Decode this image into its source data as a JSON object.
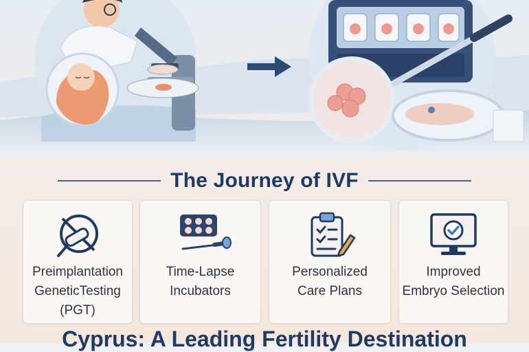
{
  "title": "The Journey of IVF",
  "cards": [
    {
      "icon": "pgt-icon",
      "lines": [
        "Preimplantation",
        "GeneticTesting",
        "(PGT)"
      ]
    },
    {
      "icon": "incubator-icon",
      "lines": [
        "Time-Lapse",
        "Incubators"
      ]
    },
    {
      "icon": "clipboard-icon",
      "lines": [
        "Personalized",
        "Care Plans"
      ]
    },
    {
      "icon": "monitor-check-icon",
      "lines": [
        "Improved",
        "Embryo Selection"
      ]
    }
  ],
  "bottom_title": "Cyprus: A Leading Fertility Destination",
  "colors": {
    "navy": "#1f3a63",
    "accent": "#e07a6a",
    "sky": "#cfe0f0"
  }
}
